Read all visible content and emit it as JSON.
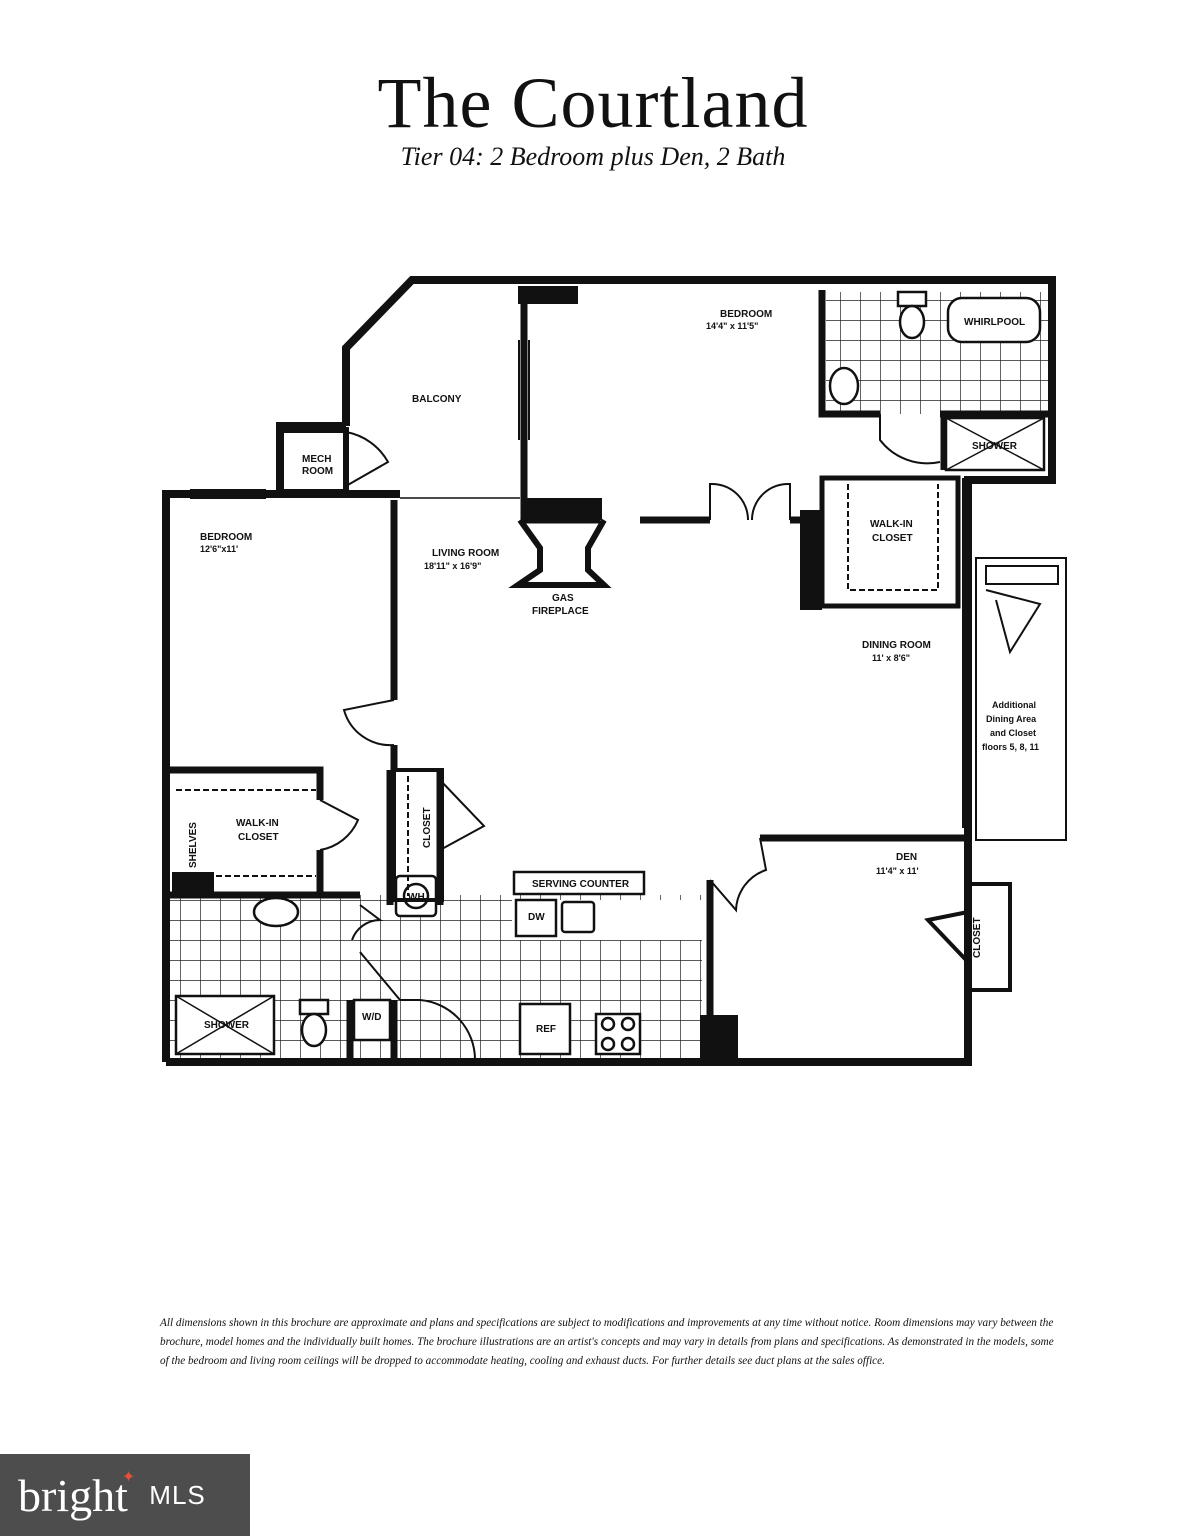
{
  "header": {
    "title": "The Courtland",
    "subtitle": "Tier 04: 2 Bedroom plus Den, 2 Bath"
  },
  "rooms": {
    "bedroom_main": {
      "name": "BEDROOM",
      "dims": "14'4\" x 11'5\""
    },
    "bedroom_second": {
      "name": "BEDROOM",
      "dims": "12'6\"x11'"
    },
    "living_room": {
      "name": "LIVING ROOM",
      "dims": "18'11\" x 16'9\""
    },
    "dining_room": {
      "name": "DINING ROOM",
      "dims": "11' x 8'6\""
    },
    "den": {
      "name": "DEN",
      "dims": "11'4\" x 11'"
    },
    "balcony": "BALCONY",
    "mech_room_1": "MECH",
    "mech_room_2": "ROOM",
    "whirlpool": "WHIRLPOOL",
    "shower_main": "SHOWER",
    "shower_second": "SHOWER",
    "walkin_main_1": "WALK-IN",
    "walkin_main_2": "CLOSET",
    "walkin_second_1": "WALK-IN",
    "walkin_second_2": "CLOSET",
    "gas_fireplace_1": "GAS",
    "gas_fireplace_2": "FIREPLACE",
    "shelves": "SHELVES",
    "closet_hall": "CLOSET",
    "closet_den": "CLOSET",
    "water_heater": "WH",
    "serving_counter": "SERVING COUNTER",
    "dishwasher": "DW",
    "washer_dryer": "W/D",
    "refrigerator": "REF",
    "additional_1": "Additional",
    "additional_2": "Dining Area",
    "additional_3": "and Closet",
    "additional_4": "floors 5, 8, 11"
  },
  "disclaimer": "All dimensions shown in this brochure are approximate and plans and specifications are subject to modifications and improvements at any time without notice. Room dimensions may vary between the brochure, model homes and the individually built homes. The brochure illustrations are an artist's concepts and may vary in details from plans and specifications. As demonstrated in the models, some of the bedroom and living room ceilings will be dropped to accommodate heating, cooling and exhaust ducts. For further details see duct plans at the sales office.",
  "branding": {
    "main": "bright",
    "sub": "MLS"
  }
}
